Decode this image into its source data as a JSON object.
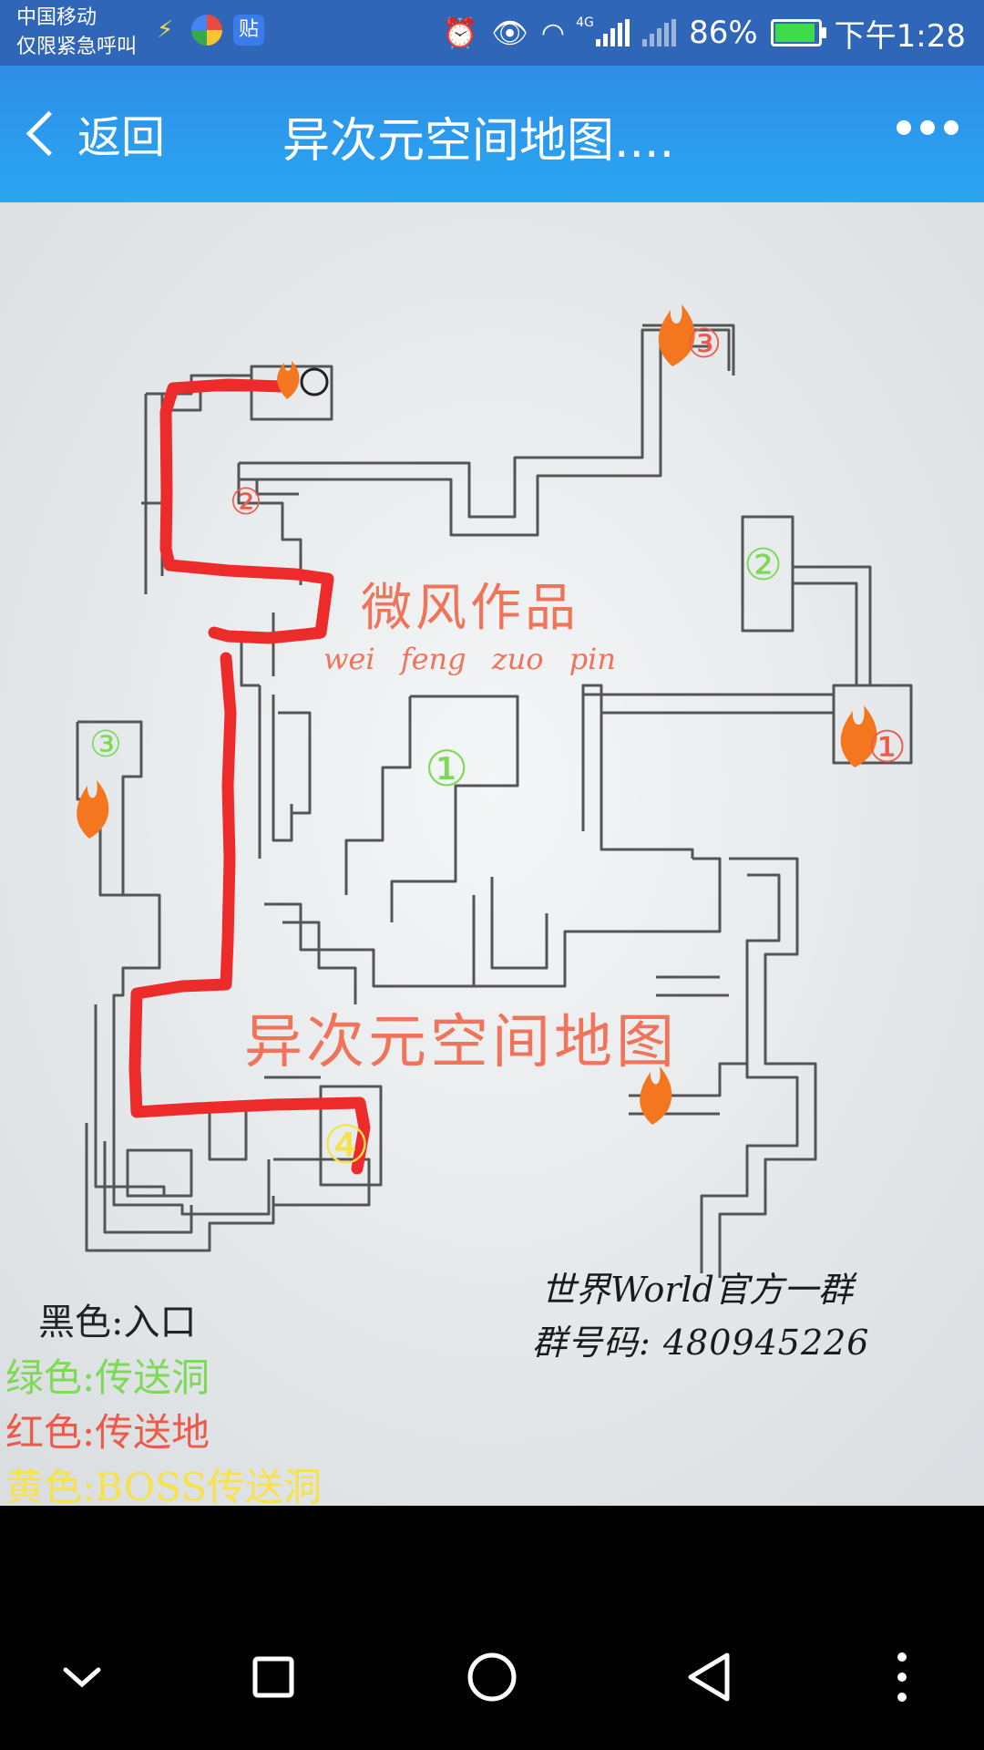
{
  "status_bar": {
    "carrier": "中国移动",
    "carrier_note": "仅限紧急呼叫",
    "app_badge": "贴",
    "network": "4G",
    "battery": "86%",
    "time": "下午1:28"
  },
  "title_bar": {
    "back_label": "返回",
    "title": "异次元空间地图...."
  },
  "map_image": {
    "author_cn": "微风作品",
    "author_pinyin": "wei feng zuo pin",
    "map_title": "异次元空间地图",
    "group_name": "世界World官方一群",
    "group_number": "群号码: 480945226",
    "legend": [
      {
        "text": "黑色:入口",
        "color": "#222222"
      },
      {
        "text": "绿色:传送洞",
        "color": "#7ed957"
      },
      {
        "text": "红色:传送地",
        "color": "#ee5a4a"
      },
      {
        "text": "黄色:BOSS传送洞",
        "color": "#f6e24a"
      }
    ],
    "markers": [
      {
        "label": "③",
        "color": "#ee5a4a"
      },
      {
        "label": "②",
        "color": "#ee5a4a"
      },
      {
        "label": "②",
        "color": "#7ed957"
      },
      {
        "label": "③",
        "color": "#7ed957"
      },
      {
        "label": "①",
        "color": "#7ed957"
      },
      {
        "label": "①",
        "color": "#ee5a4a"
      },
      {
        "label": "④",
        "color": "#f6e24a"
      }
    ],
    "colors": {
      "route": "#ee2b2b",
      "fire": "#f4761e",
      "wall": "#555555",
      "watermark": "#f0745a"
    }
  }
}
